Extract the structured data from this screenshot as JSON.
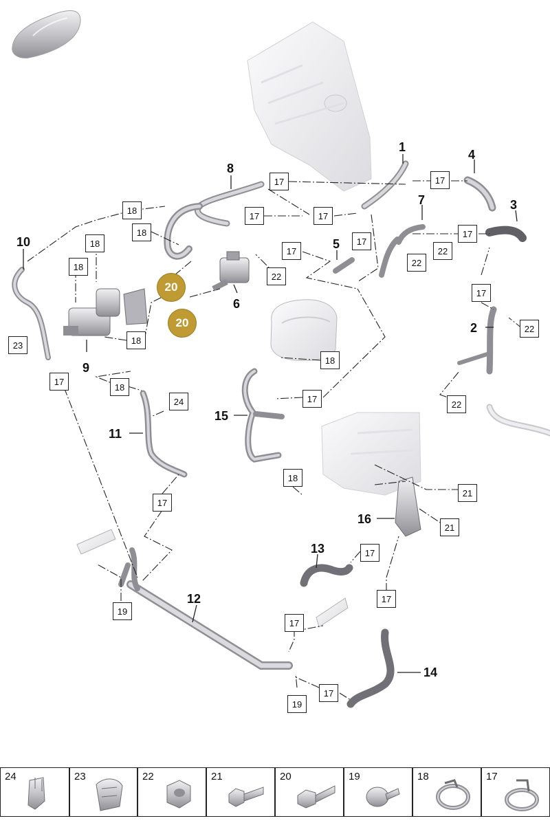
{
  "diagram": {
    "callouts": [
      "1",
      "2",
      "3",
      "4",
      "5",
      "6",
      "7",
      "8",
      "9",
      "10",
      "11",
      "12",
      "13",
      "14",
      "15",
      "16"
    ],
    "boxes_17": "17",
    "boxes_18": "18",
    "boxes_19": "19",
    "boxes_21": "21",
    "boxes_22": "22",
    "boxes_23": "23",
    "boxes_24": "24",
    "badge_20": "20"
  },
  "legend": {
    "cells": [
      {
        "label": "24",
        "icon": "clip-24-icon"
      },
      {
        "label": "23",
        "icon": "clip-23-icon"
      },
      {
        "label": "22",
        "icon": "nut-22-icon"
      },
      {
        "label": "21",
        "icon": "bolt-21-icon"
      },
      {
        "label": "20",
        "icon": "bolt-20-icon"
      },
      {
        "label": "19",
        "icon": "expanding-rivet-19-icon"
      },
      {
        "label": "18",
        "icon": "hose-clamp-18-icon"
      },
      {
        "label": "17",
        "icon": "hose-clamp-17-icon"
      }
    ]
  },
  "colors": {
    "badge": "#c09a32",
    "part_fill": "#d9d9dc",
    "part_stroke": "#8a8a90",
    "line": "#222222"
  }
}
